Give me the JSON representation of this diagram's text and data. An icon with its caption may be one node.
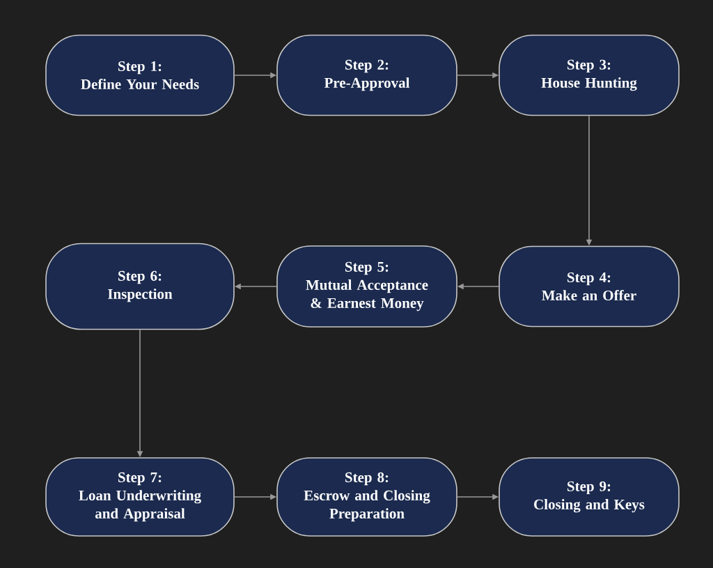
{
  "diagram": {
    "nodes": [
      {
        "text": [
          "Step 1:",
          "Define Your Needs"
        ]
      },
      {
        "text": [
          "Step 2:",
          "Pre-Approval"
        ]
      },
      {
        "text": [
          "Step 3:",
          "House Hunting"
        ]
      },
      {
        "text": [
          "Step 4:",
          "Make an Offer"
        ]
      },
      {
        "text": [
          "Step 5:",
          "Mutual Acceptance & Earnest Money"
        ]
      },
      {
        "text": [
          "Step 6:",
          "Inspection"
        ]
      },
      {
        "text": [
          "Step 7:",
          "Loan Underwriting and Appraisal"
        ]
      },
      {
        "text": [
          "Step 8:",
          "Escrow and Closing Preparation"
        ]
      },
      {
        "text": [
          "Step 9:",
          "Closing and Keys"
        ]
      }
    ],
    "edges": [
      {
        "from": 0,
        "to": 1,
        "arrow": "to"
      },
      {
        "from": 1,
        "to": 2,
        "arrow": "to"
      },
      {
        "from": 2,
        "to": 3,
        "arrow": "to"
      },
      {
        "from": 3,
        "to": 4,
        "arrow": "to"
      },
      {
        "from": 4,
        "to": 5,
        "arrow": "to"
      },
      {
        "from": 5,
        "to": 6,
        "arrow": "to"
      },
      {
        "from": 6,
        "to": 7,
        "arrow": "to"
      },
      {
        "from": 7,
        "to": 8,
        "arrow": "to"
      }
    ]
  }
}
